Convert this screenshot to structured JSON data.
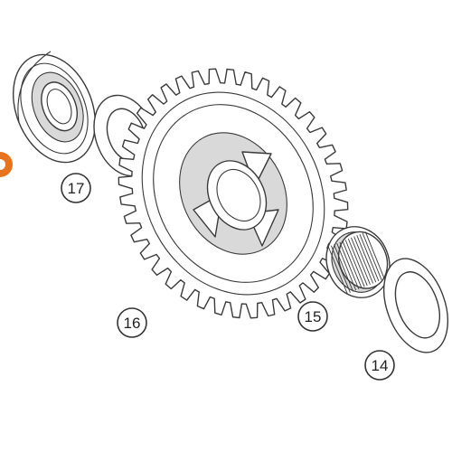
{
  "callouts": {
    "c17": "17",
    "c16": "16",
    "c15": "15",
    "c14": "14"
  },
  "colors": {
    "line": "#3a3a3a",
    "highlight": "#e8731e",
    "background": "#ffffff"
  }
}
